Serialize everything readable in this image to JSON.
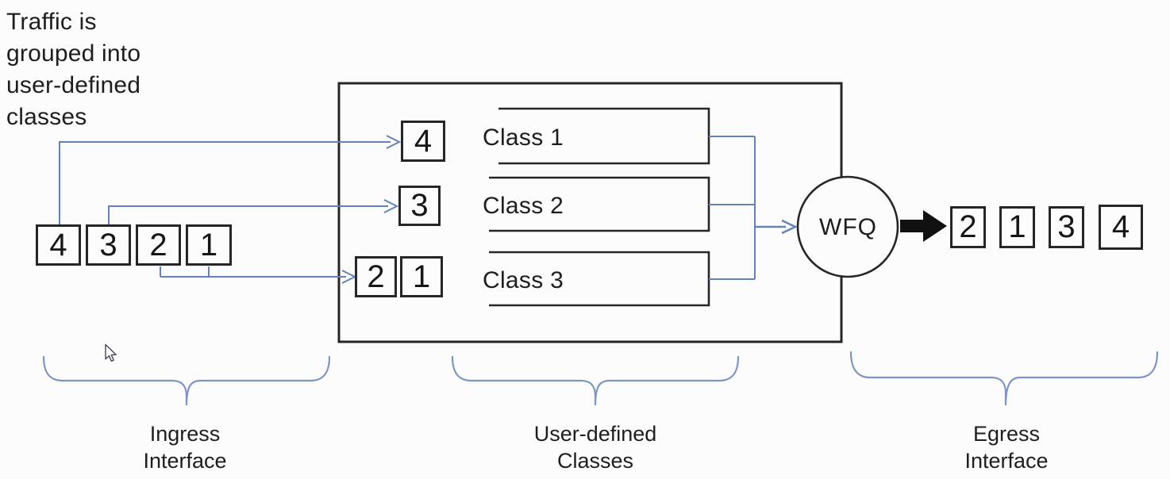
{
  "note": "Traffic is\ngrouped into\nuser-defined\nclasses",
  "ingress": {
    "packets": [
      "4",
      "3",
      "2",
      "1"
    ],
    "label": "Ingress\nInterface"
  },
  "classes_box": {
    "label": "User-defined\nClasses",
    "queues": [
      {
        "name": "Class 1",
        "packets": [
          "4"
        ]
      },
      {
        "name": "Class 2",
        "packets": [
          "3"
        ]
      },
      {
        "name": "Class 3",
        "packets": [
          "2",
          "1"
        ]
      }
    ]
  },
  "scheduler": {
    "label": "WFQ"
  },
  "egress": {
    "packets": [
      "2",
      "1",
      "3",
      "4"
    ],
    "label": "Egress\nInterface"
  },
  "colors": {
    "flow_blue": "#6283b8",
    "brace_blue": "#7d95c5",
    "ink": "#262626"
  }
}
